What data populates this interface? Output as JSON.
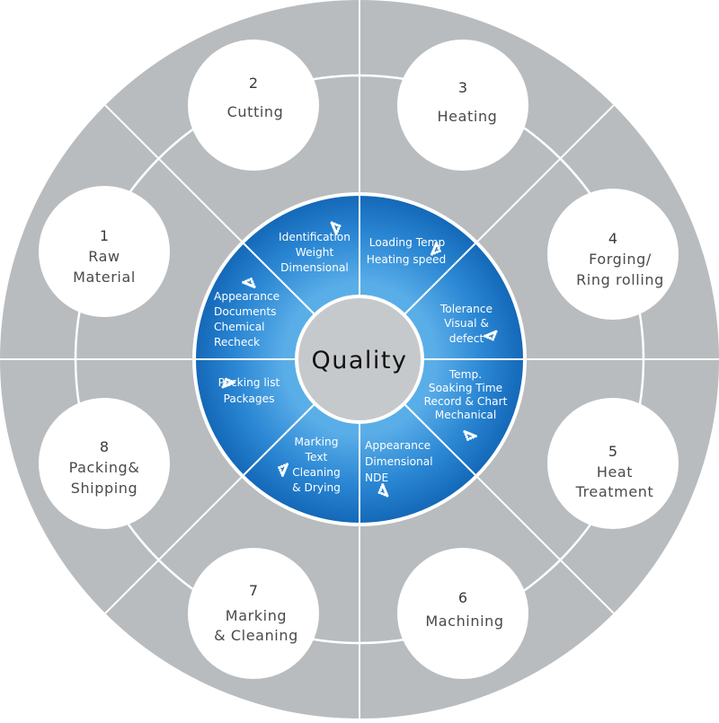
{
  "center": {
    "label": "Quality"
  },
  "steps": [
    {
      "num": "1",
      "lines": [
        "Raw",
        "Material"
      ]
    },
    {
      "num": "2",
      "lines": [
        "Cutting"
      ]
    },
    {
      "num": "3",
      "lines": [
        "Heating"
      ]
    },
    {
      "num": "4",
      "lines": [
        "Forging/",
        "Ring rolling"
      ]
    },
    {
      "num": "5",
      "lines": [
        "Heat",
        "Treatment"
      ]
    },
    {
      "num": "6",
      "lines": [
        "Machining"
      ]
    },
    {
      "num": "7",
      "lines": [
        "Marking",
        "& Cleaning"
      ]
    },
    {
      "num": "8",
      "lines": [
        "Packing&",
        "Shipping"
      ]
    }
  ],
  "checks": [
    {
      "lines": [
        "Identification",
        "Weight",
        "Dimensional"
      ]
    },
    {
      "lines": [
        "Loading Temp",
        "Heating speed"
      ]
    },
    {
      "lines": [
        "Tolerance",
        "Visual &",
        "defect"
      ]
    },
    {
      "lines": [
        "Temp.",
        "Soaking Time",
        "Record & Chart",
        "Mechanical"
      ]
    },
    {
      "lines": [
        "Appearance",
        "Dimensional",
        "NDE"
      ]
    },
    {
      "lines": [
        "Marking",
        "Text",
        "Cleaning",
        "& Drying"
      ]
    },
    {
      "lines": [
        "Packing list",
        "Packages"
      ]
    },
    {
      "lines": [
        "Appearance",
        "Documents",
        "Chemical",
        "Recheck"
      ]
    }
  ],
  "colors": {
    "outer_ring": "#b8bcbf",
    "inner_ring": "#1f7fcd",
    "center_disc": "#c3c6c9",
    "separator": "#ffffff"
  }
}
